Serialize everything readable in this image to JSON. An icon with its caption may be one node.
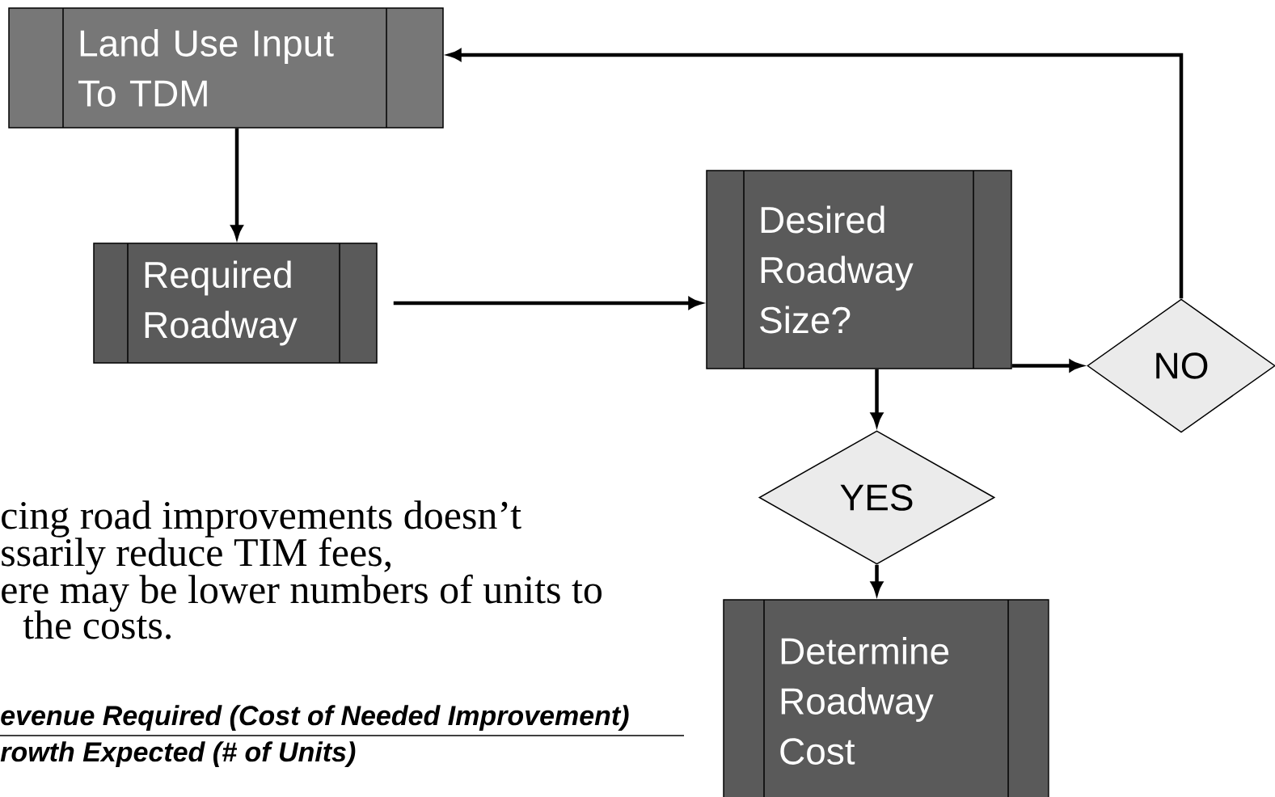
{
  "diagram": {
    "nodes": [
      {
        "text": [
          "Land Use Input To TDM"
        ]
      },
      {
        "text": [
          "Required Roadway"
        ]
      },
      {
        "text": [
          "Desired Roadway Size?"
        ]
      },
      {
        "text": [
          "NO"
        ]
      },
      {
        "text": [
          "YES"
        ]
      },
      {
        "text": [
          "Determine Roadway Cost"
        ]
      }
    ],
    "edges": [
      {
        "from": 0,
        "to": 1,
        "arrow": "to"
      },
      {
        "from": 1,
        "to": 2,
        "arrow": "to"
      },
      {
        "from": 2,
        "to": 3,
        "arrow": "to"
      },
      {
        "from": 3,
        "to": 0,
        "arrow": "to"
      },
      {
        "from": 2,
        "to": 4,
        "arrow": "to"
      },
      {
        "from": 4,
        "to": 5,
        "arrow": "to"
      }
    ],
    "labels": [
      "cing road improvements doesn’t",
      "ssarily reduce TIM fees,",
      "ere may be lower numbers of units to",
      "the costs.",
      "evenue Required (Cost of Needed Improvement)",
      "rowth Expected (# of Units)"
    ]
  }
}
